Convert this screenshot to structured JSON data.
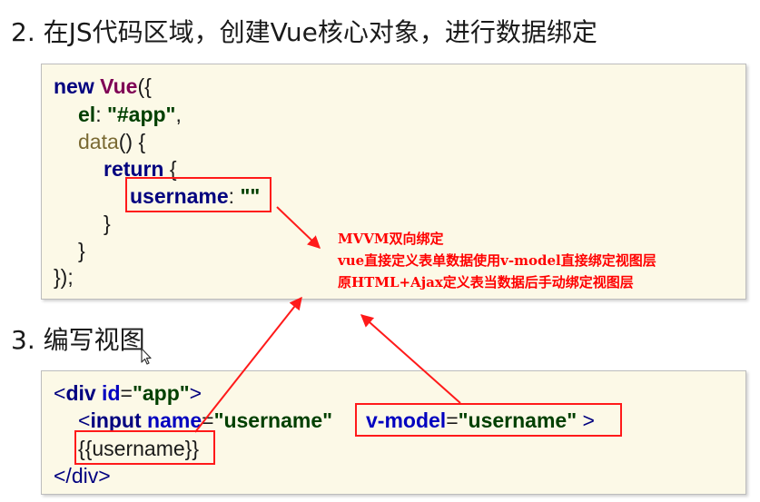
{
  "headings": {
    "step2": "2. 在JS代码区域，创建Vue核心对象，进行数据绑定",
    "step3": "3. 编写视图"
  },
  "js_code": {
    "l1_new": "new",
    "l1_vue": "Vue",
    "l1_open": "({",
    "l2_el": "el",
    "l2_colon": ": ",
    "l2_app": "\"#app\"",
    "l2_comma": ",",
    "l3_data": "data",
    "l3_rest": "() {",
    "l4_return": "return",
    "l4_brace": " {",
    "l5_username": "username",
    "l5_colon": ": ",
    "l5_value": "\"\"",
    "l6_close": "}",
    "l7_close": "}",
    "l8_close": "});"
  },
  "html_code": {
    "l1_open": "<",
    "l1_div": "div",
    "l1_id": " id",
    "l1_eq": "=",
    "l1_app": "\"app\"",
    "l1_close": ">",
    "l2_open": "<",
    "l2_input": "input",
    "l2_name": " name",
    "l2_eq": "=",
    "l2_username": "\"username\"",
    "l2_vmodel": "v-model",
    "l2_eq2": "=",
    "l2_username2": "\"username\"",
    "l2_close": " >",
    "l3_mustache": "{{username}}",
    "l4_close": "</div>"
  },
  "annotation": {
    "line1": "MVVM双向绑定",
    "line2": "vue直接定义表单数据使用v-model直接绑定视图层",
    "line3": "原HTML+Ajax定义表当数据后手动绑定视图层"
  },
  "colors": {
    "accent_red": "#ff1a1a",
    "box_bg": "#fcf9e7",
    "keyword_blue": "#00007f",
    "type_purple": "#7f0055",
    "string_green": "#004000"
  }
}
